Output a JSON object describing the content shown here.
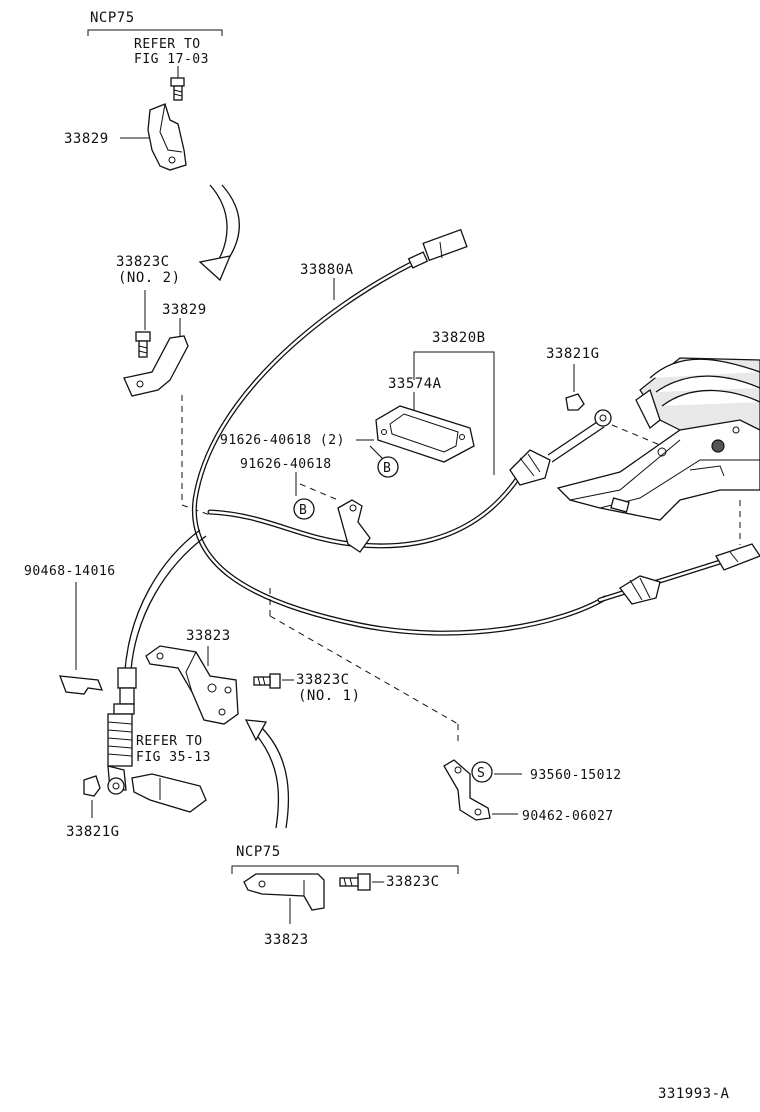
{
  "labels": {
    "ncp75_top": "NCP75",
    "refer_top_1": "REFER TO",
    "refer_top_2": "FIG 17-03",
    "p33829_top": "33829",
    "p33823c_no2": "33823C",
    "p33823c_no2_sub": "(NO. 2)",
    "p33829_mid": "33829",
    "p33880a": "33880A",
    "p33820b": "33820B",
    "p33574a": "33574A",
    "p33821g_top": "33821G",
    "p91626_2": "91626-40618 (2)",
    "p91626": "91626-40618",
    "p90468": "90468-14016",
    "p33823_mid": "33823",
    "p33823c_no1": "33823C",
    "p33823c_no1_sub": "(NO. 1)",
    "refer_bot_1": "REFER TO",
    "refer_bot_2": "FIG 35-13",
    "p33821g_bot": "33821G",
    "p93560": "93560-15012",
    "p90462": "90462-06027",
    "ncp75_bot": "NCP75",
    "p33823c_bot": "33823C",
    "p33823_bot": "33823",
    "figure_id": "331993-A",
    "circle_b1": "B",
    "circle_b2": "B",
    "circle_s": "S"
  }
}
